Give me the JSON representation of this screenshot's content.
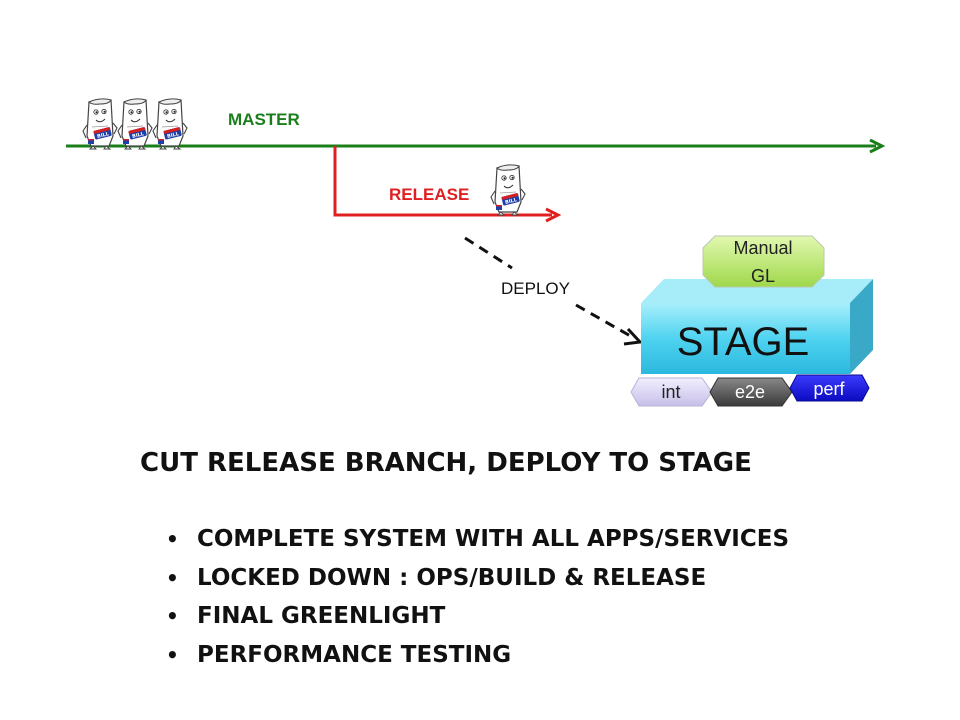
{
  "diagram": {
    "master_label": "MASTER",
    "release_label": "RELEASE",
    "deploy_label": "DEPLOY",
    "stage_label": "STAGE",
    "manual_gl_line1": "Manual",
    "manual_gl_line2": "GL",
    "tags": [
      "int",
      "e2e",
      "perf"
    ],
    "mascot_badge": "BILL",
    "colors": {
      "master": "#1a7f1a",
      "release": "#e02020",
      "stage": "#4fd3f0",
      "manual_gl": "#c6ec78",
      "int": "#dcd6f2",
      "e2e": "#555555",
      "perf": "#1515e6"
    }
  },
  "heading": "CUT RELEASE BRANCH, DEPLOY TO STAGE",
  "bullets": [
    "COMPLETE SYSTEM WITH ALL APPS/SERVICES",
    "LOCKED DOWN : OPS/BUILD & RELEASE",
    "FINAL GREENLIGHT",
    "PERFORMANCE TESTING"
  ]
}
